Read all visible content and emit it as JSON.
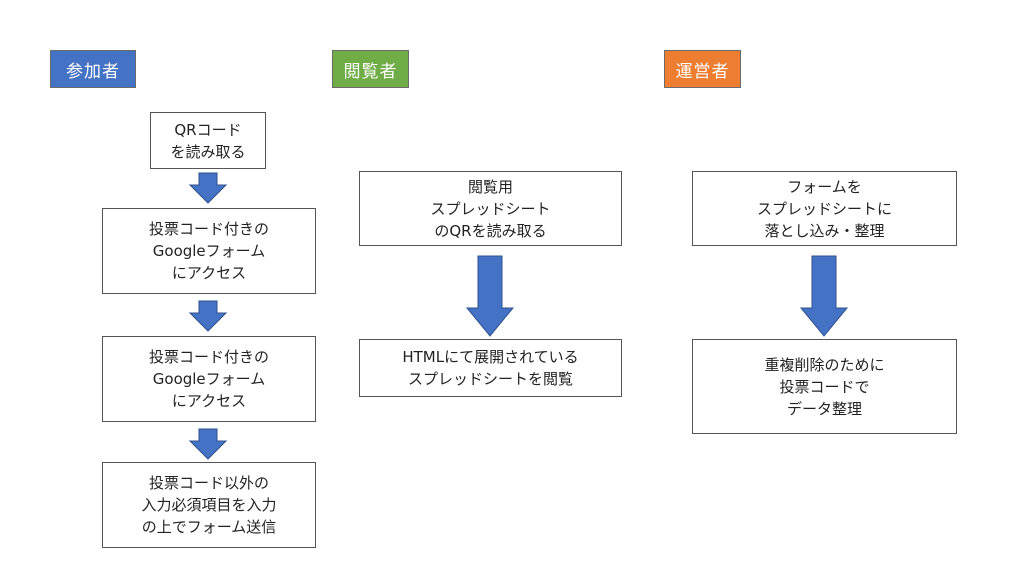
{
  "colors": {
    "participant": "#4472C4",
    "viewer": "#70AD47",
    "operator": "#ED7D31",
    "arrow": "#4472C4"
  },
  "columns": {
    "participant": {
      "header": "参加者",
      "steps": [
        "QRコード\nを読み取る",
        "投票コード付きの\nGoogleフォーム\nにアクセス",
        "投票コード付きの\nGoogleフォーム\nにアクセス",
        "投票コード以外の\n入力必須項目を入力\nの上でフォーム送信"
      ]
    },
    "viewer": {
      "header": "閲覧者",
      "steps": [
        "閲覧用\nスプレッドシート\nのQRを読み取る",
        "HTMLにて展開されている\nスプレッドシートを閲覧"
      ]
    },
    "operator": {
      "header": "運営者",
      "steps": [
        "フォームを\nスプレッドシートに\n落とし込み・整理",
        "重複削除のために\n投票コードで\nデータ整理"
      ]
    }
  }
}
